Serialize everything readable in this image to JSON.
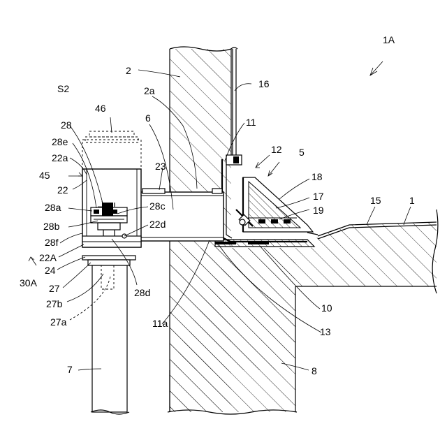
{
  "labels": {
    "fig_1A": "1A",
    "n2": "2",
    "n2a": "2a",
    "n16": "16",
    "s2": "S2",
    "n46": "46",
    "n28": "28",
    "n28e": "28e",
    "n22a": "22a",
    "n6": "6",
    "n11": "11",
    "n12": "12",
    "n5": "5",
    "n45": "45",
    "n23": "23",
    "n18": "18",
    "n22": "22",
    "n28c": "28c",
    "n17": "17",
    "n15": "15",
    "n1": "1",
    "n19": "19",
    "n28a": "28a",
    "n28b": "28b",
    "n22d": "22d",
    "n28f": "28f",
    "n22A": "22A",
    "n30A": "30A",
    "n24": "24",
    "n27": "27",
    "n27b": "27b",
    "n28d": "28d",
    "n10": "10",
    "n11a": "11a",
    "n13": "13",
    "n27a": "27a",
    "n7": "7",
    "n8": "8"
  }
}
